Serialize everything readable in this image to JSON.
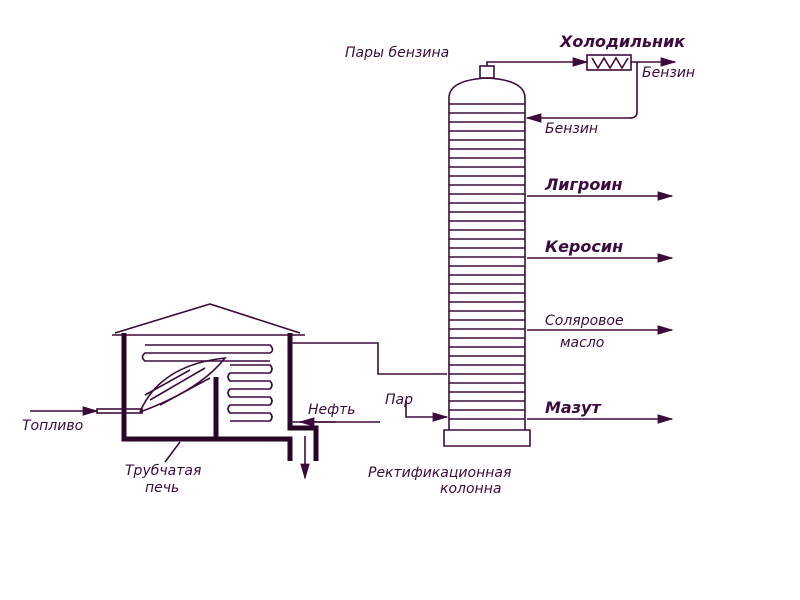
{
  "labels": {
    "gasoline_vapors": "Пары бензина",
    "cooler": "Холодильник",
    "gasoline_out": "Бензин",
    "gasoline_reflux": "Бензин",
    "ligroin": "Лигроин",
    "kerosene": "Керосин",
    "solar_oil_1": "Соляровое",
    "solar_oil_2": "масло",
    "fuel_oil": "Мазут",
    "crude_oil": "Нефть",
    "steam": "Пар",
    "fuel": "Топливо",
    "furnace_1": "Трубчатая",
    "furnace_2": "печь",
    "column_1": "Ректификационная",
    "column_2": "колонна"
  },
  "colors": {
    "ink": "#3d0a3d"
  }
}
